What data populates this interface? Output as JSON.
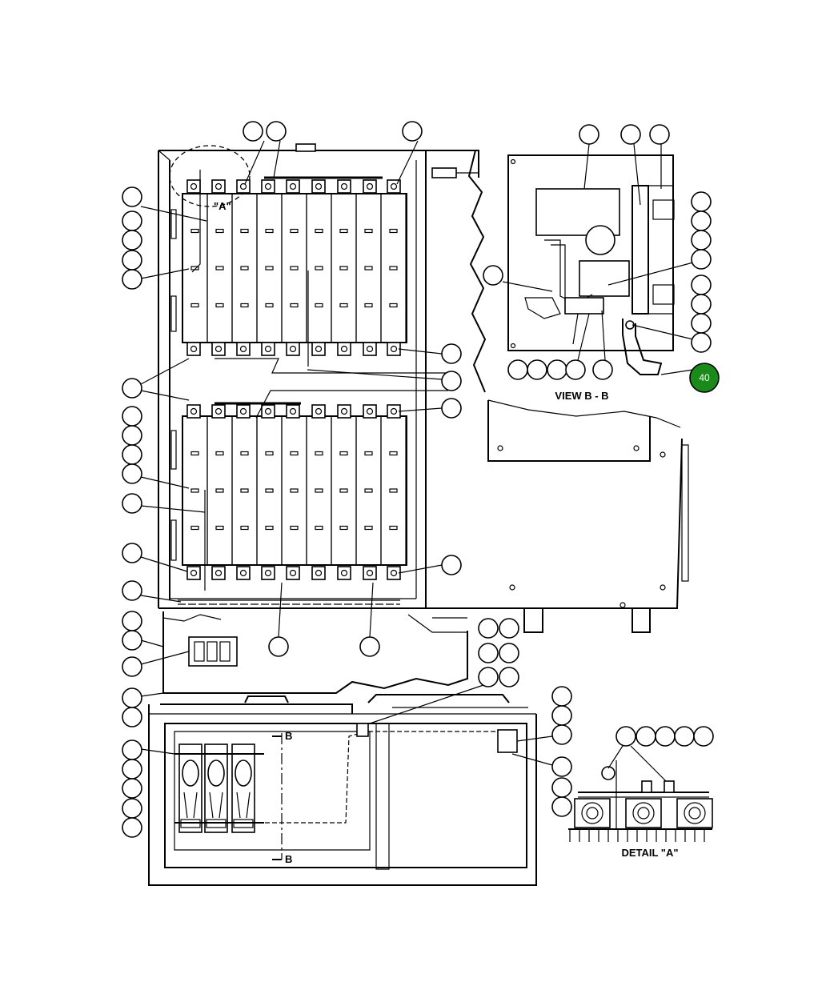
{
  "labels": {
    "view_bb": "VIEW B - B",
    "detail_a": "DETAIL \"A\"",
    "detail_a_ref": "\"A\"",
    "section_b_top": "B",
    "section_b_bottom": "B"
  },
  "highlight": {
    "number": "40",
    "color": "#1a8a1a"
  },
  "colors": {
    "line": "#000000",
    "background": "#ffffff"
  }
}
